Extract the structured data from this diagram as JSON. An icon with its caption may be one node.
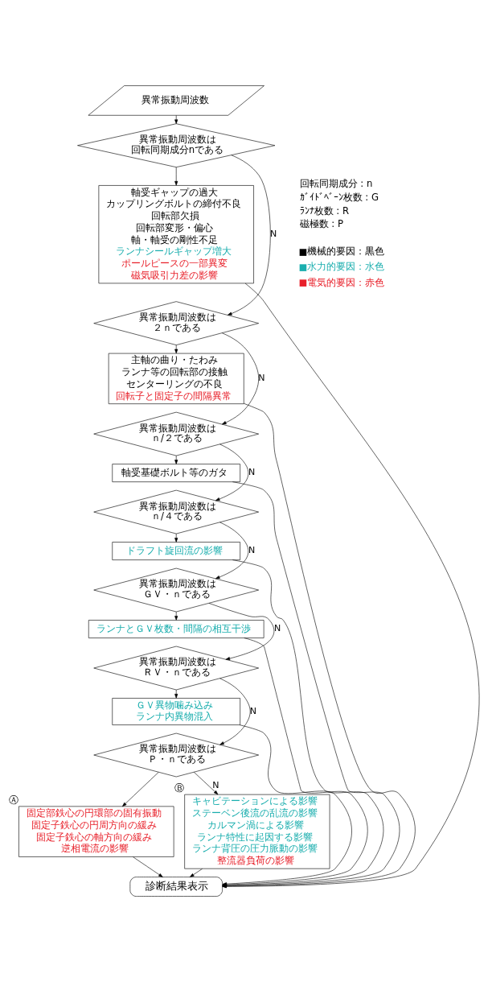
{
  "diagram": {
    "nodes": [
      {
        "text": [
          "異常振動周波数"
        ]
      },
      {
        "text": [
          "異常振動周波数は回転同期成分nである"
        ]
      },
      {
        "text": [
          "軸受ギャップの過大",
          "カップリングボルトの締付不良",
          "回転部欠損",
          "回転部変形・偏心",
          "軸・軸受の剛性不足",
          "ランナシールギャップ増大",
          "ポールピースの一部異変",
          "磁気吸引力差の影響"
        ]
      },
      {
        "text": [
          "異常振動周波数は２ｎである"
        ]
      },
      {
        "text": [
          "主軸の曲り・たわみ",
          "ランナ等の回転部の接触",
          "センターリングの不良",
          "回転子と固定子の間隔異常"
        ]
      },
      {
        "text": [
          "異常振動周波数はｎ/２である"
        ]
      },
      {
        "text": [
          "軸受基礎ボルト等のガタ"
        ]
      },
      {
        "text": [
          "異常振動周波数はｎ/４である"
        ]
      },
      {
        "text": [
          "ドラフト旋回流の影響"
        ]
      },
      {
        "text": [
          "異常振動周波数はＧＶ・ｎである"
        ]
      },
      {
        "text": [
          "ランナとＧＶ枚数・間隔の相互干渉"
        ]
      },
      {
        "text": [
          "異常振動周波数はＲＶ・ｎである"
        ]
      },
      {
        "text": [
          "ＧＶ異物噛み込み",
          "ランナ内異物混入"
        ]
      },
      {
        "text": [
          "異常振動周波数はＰ・ｎである"
        ]
      },
      {
        "text": [
          "固定部鉄心の円環部の固有振動",
          "固定子鉄心の円周方向の緩み",
          "固定子鉄心の軸方向の緩み",
          "逆相電流の影響"
        ],
        "beside": [
          "Ⓐ"
        ]
      },
      {
        "text": [
          "キャビテーションによる影響",
          "ステーベン後流の乱流の影響",
          "カルマン渦による影響",
          "ランナ特性に起因する影響",
          "ランナ背圧の圧力脈動の影響",
          "整流器負荷の影響"
        ],
        "beside": [
          "Ⓑ"
        ]
      },
      {
        "text": [
          "診断結果表示"
        ]
      }
    ],
    "edges": [
      {
        "from": 0,
        "to": 1,
        "arrow": "to"
      },
      {
        "from": 1,
        "to": 2,
        "arrow": "to"
      },
      {
        "from": 1,
        "to": 3,
        "arrow": "to",
        "label": "N"
      },
      {
        "from": 2,
        "to": 16,
        "arrow": "to"
      },
      {
        "from": 3,
        "to": 4,
        "arrow": "to"
      },
      {
        "from": 3,
        "to": 5,
        "arrow": "to",
        "label": "N"
      },
      {
        "from": 4,
        "to": 16,
        "arrow": "to"
      },
      {
        "from": 5,
        "to": 6,
        "arrow": "to"
      },
      {
        "from": 5,
        "to": 7,
        "arrow": "to",
        "label": "N"
      },
      {
        "from": 6,
        "to": 16,
        "arrow": "to"
      },
      {
        "from": 7,
        "to": 8,
        "arrow": "to"
      },
      {
        "from": 7,
        "to": 9,
        "arrow": "to",
        "label": "N"
      },
      {
        "from": 8,
        "to": 16,
        "arrow": "to"
      },
      {
        "from": 9,
        "to": 10,
        "arrow": "to"
      },
      {
        "from": 9,
        "to": 11,
        "arrow": "to",
        "label": "N"
      },
      {
        "from": 10,
        "to": 16,
        "arrow": "to"
      },
      {
        "from": 11,
        "to": 12,
        "arrow": "to"
      },
      {
        "from": 11,
        "to": 13,
        "arrow": "to",
        "label": "N"
      },
      {
        "from": 12,
        "to": 16,
        "arrow": "to"
      },
      {
        "from": 13,
        "to": 14,
        "arrow": "to"
      },
      {
        "from": 13,
        "to": 15,
        "arrow": "to",
        "label": "N"
      },
      {
        "from": 14,
        "to": 16,
        "arrow": "to"
      },
      {
        "from": 15,
        "to": 16,
        "arrow": "to"
      }
    ],
    "labels": [
      "回転同期成分 : n",
      "ｶﾞｲﾄﾞﾍﾞｰﾝ枚数 : G",
      "ﾗﾝﾅ枚数 : R",
      "磁極数 : P"
    ],
    "legend": [
      {
        "text": "機械的要因：黒色",
        "color": "#000000"
      },
      {
        "text": "水力的要因：水色",
        "color": "#1aaeae"
      },
      {
        "text": "電気的要因：赤色",
        "color": "#e8202a"
      }
    ]
  }
}
